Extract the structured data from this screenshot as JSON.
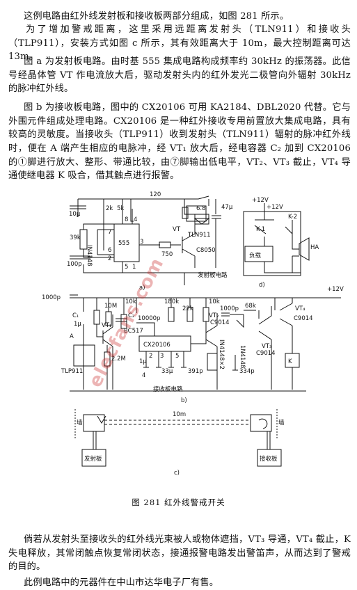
{
  "paragraphs": [
    "这例电路由红外线发射板和接收板两部分组成，如图 281 所示。",
    "为了增加警戒距离，这里采用远距离发射头（TLN911）和接收头（TLP911），安装方式如图 c 所示，其有效距离大于 10m，最大控制距离可达 13m。",
    "图 a 为发射板电路。由时基 555 集成电路构成频率约 30kHz 的振荡器。此信号经晶体管 VT 作电流放大后，驱动发射头内的红外发光二极管向外辐射 30kHz 的脉冲红外线。",
    "图 b 为接收板电路，图中的 CX20106 可用 KA2184、DBL2020 代替。它与外围元件组成处理电路。CX20106 是一种红外接收专用前置放大集成电路，具有较高的灵敏度。当接收头（TLP911）收到发射头（TLN911）辐射的脉冲红外线时，便在 A 端产生相应的电脉冲，经 VT₁ 放大后，经电容器 C₂ 加到 CX20106 的①脚进行放大、整形、带通比较，由⑦脚输出低电平，VT₂、VT₃ 截止，VT₄ 导通使继电器 K 吸合，借其触点进行报警。",
    "倘若从发射头至接收头的红外线光束被人或物体遮挡，VT₃ 导通，VT₄ 截止，K 失电释放，其常闭触点恢复常闭状态，接通报警电路发出警笛声，从而达到了警戒的目的。",
    "此例电路中的元器件在中山市达华电子厂有售。"
  ],
  "figure": {
    "caption": "图 281  红外线警戒开关",
    "panel_a": {
      "labels": [
        "120",
        "+12V",
        "10μ",
        "2k",
        "5k",
        "8",
        "4",
        "6.8",
        "47μ",
        "7",
        "3",
        "6",
        "555",
        "39k",
        "2",
        "IN4148",
        "750",
        "VT",
        "C8050",
        "TLN911",
        "5",
        "1",
        "100p",
        "发射板电路"
      ],
      "sublabel": "a)"
    },
    "panel_d": {
      "labels": [
        "+12V",
        "K-1",
        "K-2",
        "负载",
        "HA"
      ],
      "sublabel": "d)"
    },
    "panel_b": {
      "labels": [
        "1000p",
        "10M",
        "10k",
        "180k",
        "22k",
        "10k",
        "+12V",
        "VT₄",
        "C9014",
        "C₂",
        "10000p",
        "VT₂",
        "C9014",
        "1000p",
        "68k",
        "C₁",
        "1μ",
        "BC517",
        "VT₁",
        "A",
        "CX20106",
        "VT₃",
        "C9014",
        "1N4148",
        "K",
        "2.2M",
        "IN4148×2",
        "TLP911",
        "1μ",
        "2",
        "3",
        "33μ",
        "4",
        "5",
        "391p",
        "334p",
        "接收板电路"
      ],
      "sublabel": "b)"
    },
    "panel_c": {
      "labels": [
        "墙",
        "墙",
        "10m",
        "发射板",
        "接收板"
      ],
      "sublabel": "c)"
    }
  },
  "watermark": "elecfans.com"
}
